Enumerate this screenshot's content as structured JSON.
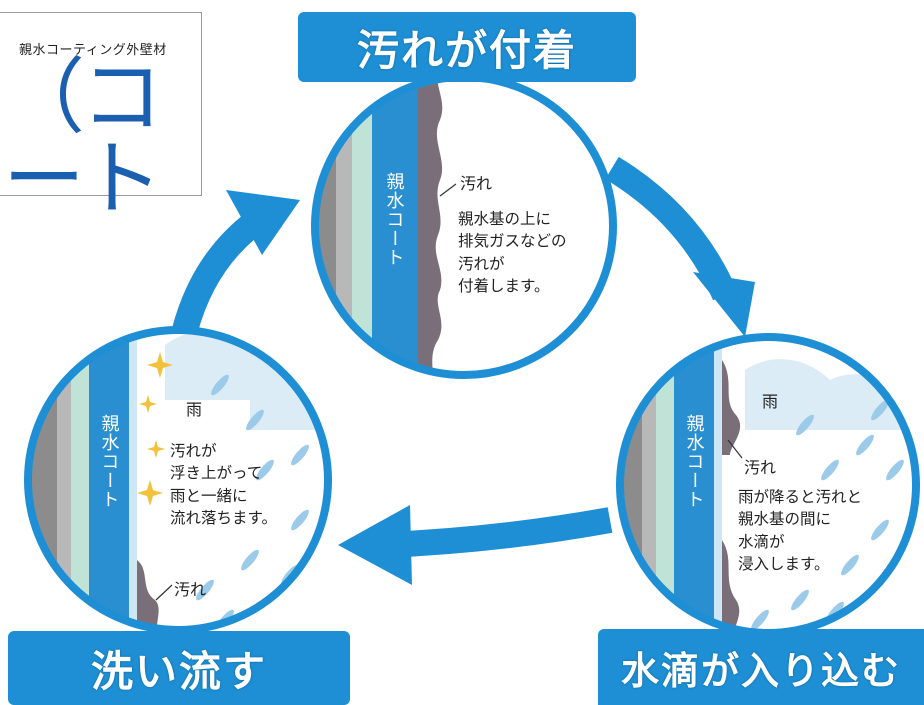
{
  "logo": {
    "subtitle": "親水コーティング外壁材",
    "main": "（コート"
  },
  "stages": [
    {
      "id": "attach",
      "banner": "汚れが付着",
      "coat_label": "親水コート",
      "dirt_tag": "汚れ",
      "description": [
        "親水基の上に",
        "排気ガスなどの",
        "汚れが",
        "付着します。"
      ]
    },
    {
      "id": "infiltrate",
      "banner": "水滴が入り込む",
      "coat_label": "親水コート",
      "rain_tag": "雨",
      "dirt_tag": "汚れ",
      "description": [
        "雨が降ると汚れと",
        "親水基の間に",
        "水滴が",
        "浸入します。"
      ]
    },
    {
      "id": "wash",
      "banner": "洗い流す",
      "coat_label": "親水コート",
      "rain_tag": "雨",
      "dirt_tag": "汚れ",
      "description": [
        "汚れが",
        "浮き上がって",
        "雨と一緒に",
        "流れ落ちます。"
      ]
    }
  ],
  "colors": {
    "brand_blue": "#1e8fd4",
    "circle_border": "#1e8fd4",
    "coat_blue": "#2a8fd0",
    "dirt": "#7a6f78",
    "wall_gray": "#8c8c8c",
    "wall_mint": "#bfe3d6"
  }
}
